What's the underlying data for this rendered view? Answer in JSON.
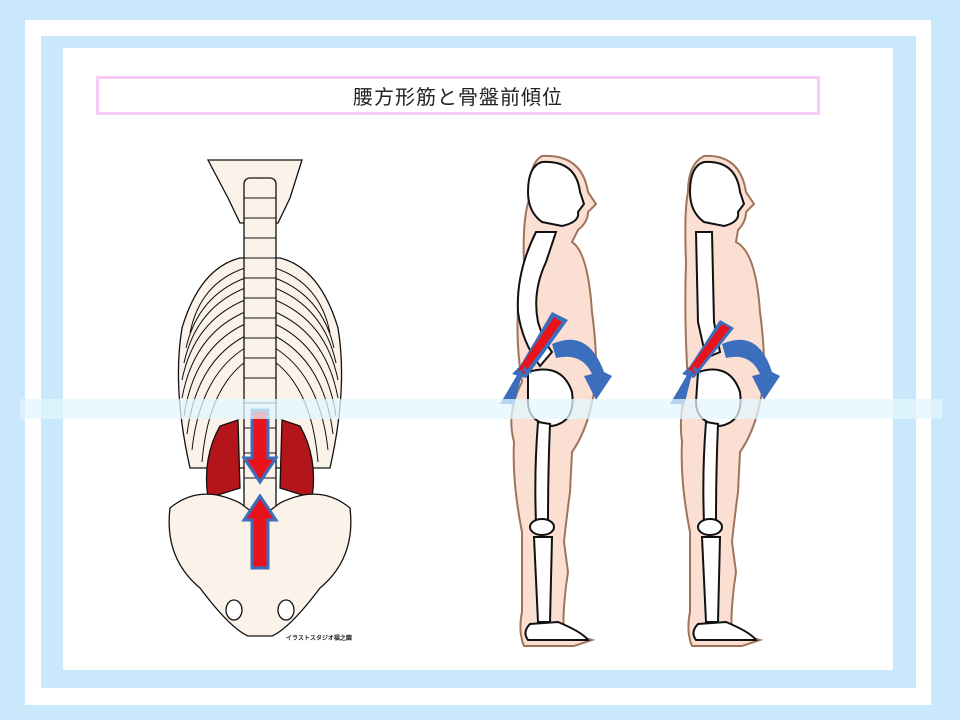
{
  "slide": {
    "title": "腰方形筋と骨盤前傾位",
    "colors": {
      "frame_blue": "#c9e8fb",
      "title_border": "#f6cdf5",
      "bone": "#fbf3ea",
      "skin": "#fadfd2",
      "skin_outline": "#a0745a",
      "muscle": "#b4151b",
      "arrow_red": "#e8131b",
      "arrow_blue": "#3b6fbd"
    }
  },
  "figures": [
    {
      "id": "posterior-spine-pelvis",
      "description": "Posterior view of spine, ribcage and pelvis with quadratus lumborum muscles and opposing compression arrows on lumbar spine"
    },
    {
      "id": "side-view-lordosis",
      "description": "Lateral view of standing figure with exaggerated lumbar lordosis, compression arrows and anterior pelvic tilt arrow"
    },
    {
      "id": "side-view-upright",
      "description": "Lateral view of standing figure with straighter spine, compression arrows and anterior pelvic tilt arrow"
    }
  ],
  "credit": "イラストスタジオ福之園"
}
